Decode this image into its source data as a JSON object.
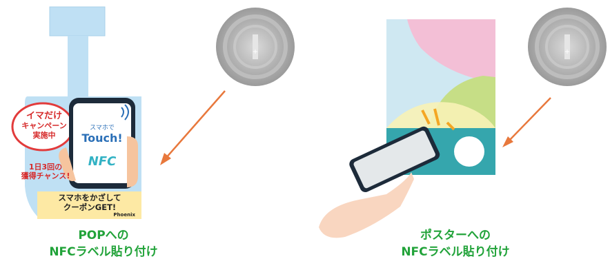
{
  "colors": {
    "caption_green": "#22a33a",
    "arrow_orange": "#e8783c",
    "pop_blue": "#bfe0f4",
    "teal": "#35a6ad",
    "coupon_yellow": "#fde9a4"
  },
  "left": {
    "pop": {
      "bubble_line1": "イマだけ",
      "bubble_line2": "キャンペーン",
      "bubble_line3": "実施中",
      "chance_line1": "1日3回の",
      "chance_line2": "獲得チャンス!",
      "phone_small": "スマホで",
      "phone_touch": "Touch!",
      "phone_nfc": "NFC",
      "coupon_line1": "スマホをかざして",
      "coupon_line2": "クーポンGET!",
      "brand": "Phoenix"
    },
    "caption_line1": "POPへの",
    "caption_line2": "NFCラベル貼り付け",
    "icons": {
      "tag": "nfc-tag-icon",
      "arrow": "arrow-icon"
    }
  },
  "right": {
    "caption_line1": "ポスターへの",
    "caption_line2": "NFCラベル貼り付け",
    "icons": {
      "tag": "nfc-tag-icon",
      "arrow": "arrow-icon",
      "hand": "hand-phone-icon"
    }
  }
}
